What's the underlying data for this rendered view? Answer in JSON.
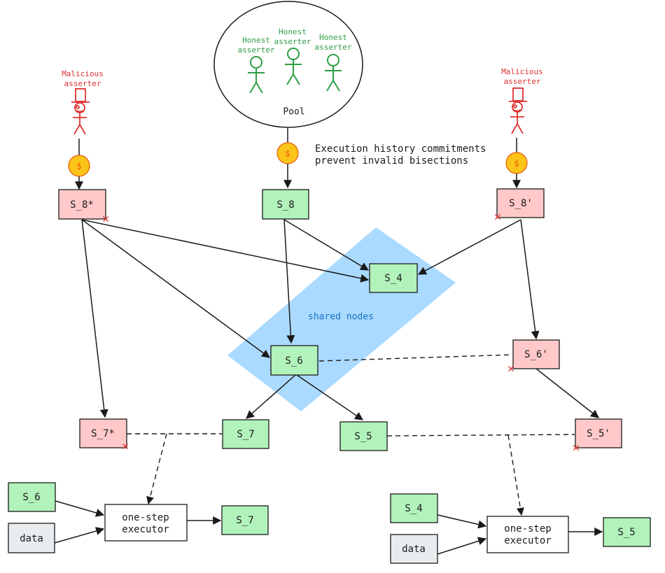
{
  "diagram": {
    "colors": {
      "green_fill": "#b2f2bb",
      "red_fill": "#ffc9c9",
      "gray_fill": "#e9ecef",
      "white_fill": "#ffffff",
      "shared_region": "#a5d8ff",
      "honest": "#2f9e44",
      "malicious": "#e03131",
      "coin": "#fcc419",
      "shared_text": "#1971c2"
    },
    "pool": {
      "label": "Pool",
      "honest_label_line1": "Honest",
      "honest_label_line2": "asserter"
    },
    "malicious_left": {
      "line1": "Malicious",
      "line2": "asserter"
    },
    "malicious_right": {
      "line1": "Malicious",
      "line2": "asserter"
    },
    "coin_symbol": "$",
    "annotation": {
      "line1": "Execution history commitments",
      "line2": "prevent invalid bisections"
    },
    "shared_nodes_label": "shared nodes",
    "nodes": {
      "s8_star": "S_8*",
      "s8": "S_8",
      "s8_prime": "S_8'",
      "s4": "S_4",
      "s6": "S_6",
      "s6_prime": "S_6'",
      "s7_star": "S_7*",
      "s7": "S_7",
      "s5": "S_5",
      "s5_prime": "S_5'"
    },
    "executor_left": {
      "input1": "S_6",
      "input2": "data",
      "line1": "one-step",
      "line2": "executor",
      "output": "S_7"
    },
    "executor_right": {
      "input1": "S_4",
      "input2": "data",
      "line1": "one-step",
      "line2": "executor",
      "output": "S_5"
    },
    "invalid_mark": "✕"
  }
}
